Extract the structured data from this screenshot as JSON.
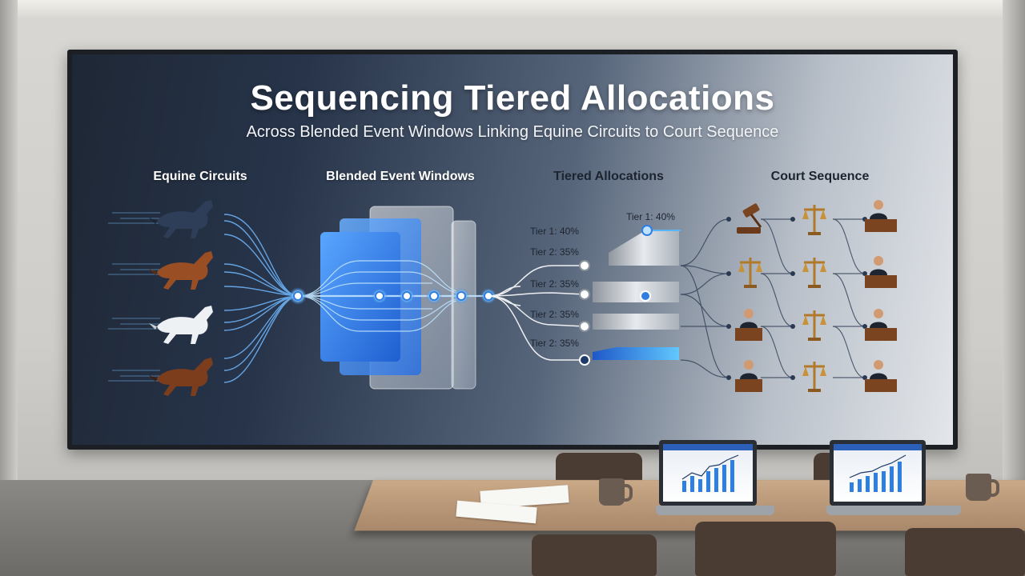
{
  "slide": {
    "title": "Sequencing Tiered Allocations",
    "subtitle": "Across Blended Event Windows Linking Equine Circuits to Court Sequence",
    "columns": {
      "equine": "Equine Circuits",
      "windows": "Blended Event Windows",
      "allocations": "Tiered Allocations",
      "court": "Court Sequence"
    },
    "tiers": [
      "Tier 1: 40%",
      "Tier 1: 40%",
      "Tier 2: 35%",
      "Tier 2: 35%",
      "Tier 2: 35%",
      "Tier 2: 35%"
    ]
  },
  "colors": {
    "accent_blue": "#3b8df0",
    "node_glow": "#7cc4ff",
    "screen_dark": "#1e2735",
    "bar_silver": "#c9ced4",
    "bar_blue": "#2f7fe0"
  },
  "icons": {
    "equine": [
      "horse-icon-dark",
      "horse-icon-chestnut",
      "horse-icon-white",
      "horse-icon-bay"
    ],
    "court": [
      "gavel-icon",
      "scales-icon",
      "judge-icon"
    ]
  }
}
